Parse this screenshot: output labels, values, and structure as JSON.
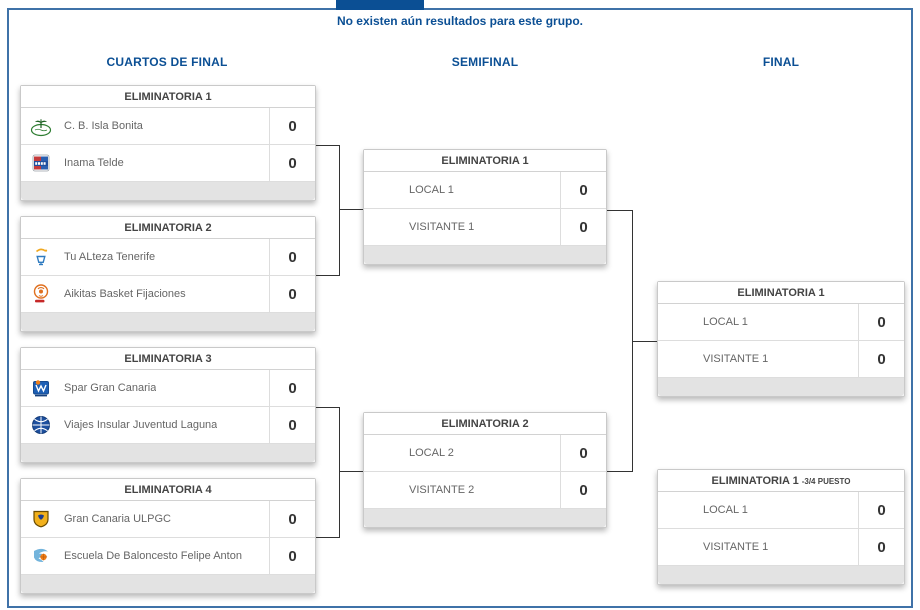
{
  "banner": {
    "message": "No existen aún resultados para este grupo."
  },
  "columns": {
    "quarterfinals": {
      "label": "CUARTOS DE FINAL"
    },
    "semifinals": {
      "label": "SEMIFINAL"
    },
    "finals": {
      "label": "FINAL"
    }
  },
  "quarterfinals": [
    {
      "title": "ELIMINATORIA 1",
      "teams": [
        {
          "name": "C. B. Isla Bonita",
          "score": "0",
          "logo": "isla-bonita-logo"
        },
        {
          "name": "Inama Telde",
          "score": "0",
          "logo": "inama-telde-logo"
        }
      ]
    },
    {
      "title": "ELIMINATORIA 2",
      "teams": [
        {
          "name": "Tu ALteza Tenerife",
          "score": "0",
          "logo": "tu-alteza-logo"
        },
        {
          "name": "Aikitas Basket Fijaciones",
          "score": "0",
          "logo": "aikitas-logo"
        }
      ]
    },
    {
      "title": "ELIMINATORIA 3",
      "teams": [
        {
          "name": "Spar Gran Canaria",
          "score": "0",
          "logo": "spar-gran-canaria-logo"
        },
        {
          "name": "Viajes Insular Juventud Laguna",
          "score": "0",
          "logo": "viajes-insular-logo"
        }
      ]
    },
    {
      "title": "ELIMINATORIA 4",
      "teams": [
        {
          "name": "Gran Canaria ULPGC",
          "score": "0",
          "logo": "gran-canaria-ulpgc-logo"
        },
        {
          "name": "Escuela De Baloncesto Felipe Anton",
          "score": "0",
          "logo": "felipe-anton-logo"
        }
      ]
    }
  ],
  "semifinals": [
    {
      "title": "ELIMINATORIA 1",
      "teams": [
        {
          "name": "LOCAL 1",
          "score": "0"
        },
        {
          "name": "VISITANTE 1",
          "score": "0"
        }
      ]
    },
    {
      "title": "ELIMINATORIA 2",
      "teams": [
        {
          "name": "LOCAL 2",
          "score": "0"
        },
        {
          "name": "VISITANTE 2",
          "score": "0"
        }
      ]
    }
  ],
  "finals": [
    {
      "title": "ELIMINATORIA 1",
      "suffix": "",
      "teams": [
        {
          "name": "LOCAL 1",
          "score": "0"
        },
        {
          "name": "VISITANTE 1",
          "score": "0"
        }
      ]
    },
    {
      "title": "ELIMINATORIA 1",
      "suffix": "-3/4 PUESTO",
      "teams": [
        {
          "name": "LOCAL 1",
          "score": "0"
        },
        {
          "name": "VISITANTE 1",
          "score": "0"
        }
      ]
    }
  ],
  "colors": {
    "accent_navy": "#0b4f94",
    "panel_border": "#3f72a8",
    "connector_line": "#333333",
    "card_footer_gray": "#e3e3e3"
  }
}
